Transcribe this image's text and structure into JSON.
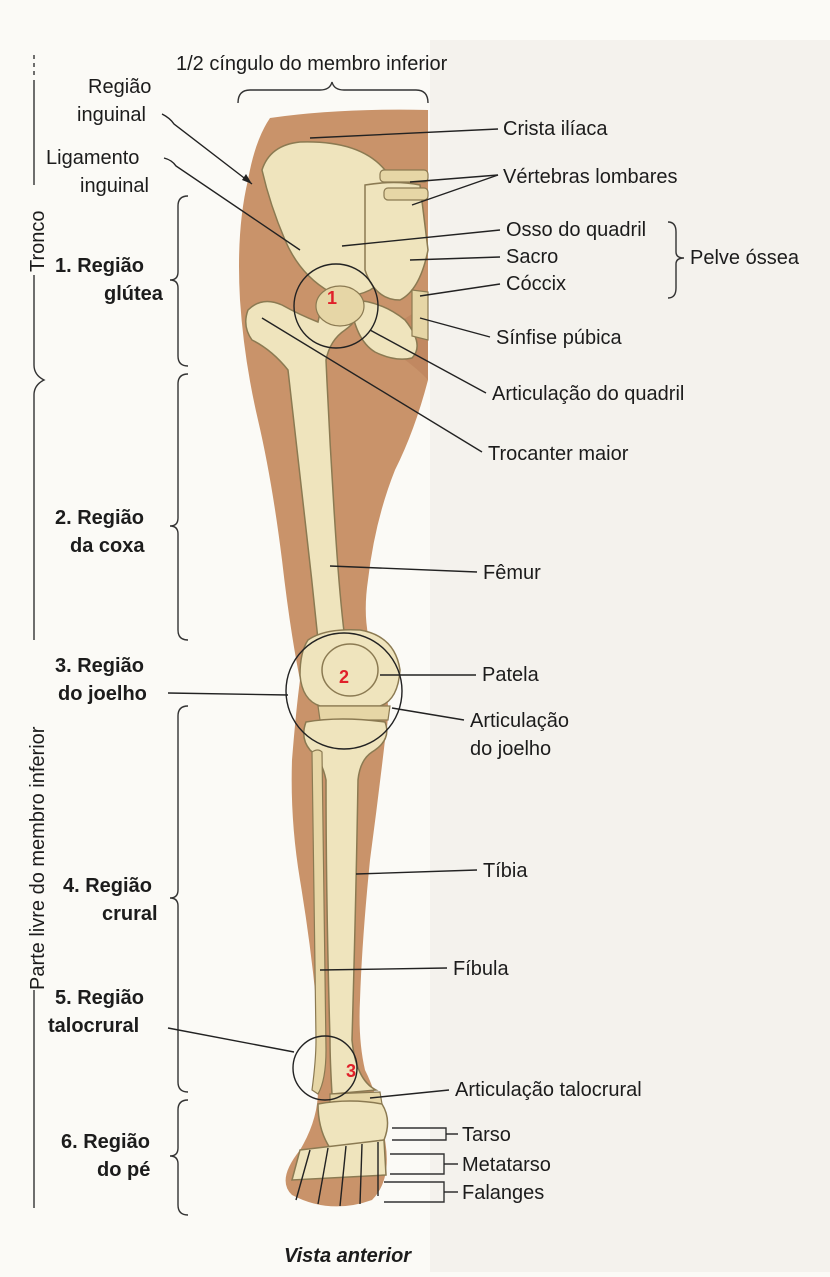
{
  "figure": {
    "caption": "Vista anterior",
    "top_label": "1/2 cíngulo do membro inferior"
  },
  "side_labels": {
    "tronco": "Tronco",
    "parte_livre": "Parte livre do membro inferior"
  },
  "regions": [
    {
      "line1": "1. Região",
      "line2": "glútea"
    },
    {
      "line1": "2. Região",
      "line2": "da coxa"
    },
    {
      "line1": "3. Região",
      "line2": "do joelho"
    },
    {
      "line1": "4. Região",
      "line2": "crural"
    },
    {
      "line1": "5. Região",
      "line2": "talocrural"
    },
    {
      "line1": "6. Região",
      "line2": "do pé"
    }
  ],
  "left_labels": {
    "regiao_inguinal_1": "Região",
    "regiao_inguinal_2": "inguinal",
    "ligamento_1": "Ligamento",
    "ligamento_2": "inguinal"
  },
  "right_labels": {
    "crista": "Crista ilíaca",
    "vertebras": "Vértebras lombares",
    "osso_quadril": "Osso do quadril",
    "sacro": "Sacro",
    "coccix": "Cóccix",
    "pelve": "Pelve óssea",
    "sinfise": "Sínfise púbica",
    "art_quadril": "Articulação do quadril",
    "trocanter": "Trocanter maior",
    "femur": "Fêmur",
    "patela": "Patela",
    "art_joelho_1": "Articulação",
    "art_joelho_2": "do joelho",
    "tibia": "Tíbia",
    "fibula": "Fíbula",
    "art_talocrural": "Articulação talocrural",
    "tarso": "Tarso",
    "metatarso": "Metatarso",
    "falanges": "Falanges"
  },
  "markers": [
    "1",
    "2",
    "3"
  ],
  "colors": {
    "skin": "#c9936a",
    "bone": "#efe4bd",
    "marker": "#e0202a",
    "text": "#1c1c1c"
  }
}
